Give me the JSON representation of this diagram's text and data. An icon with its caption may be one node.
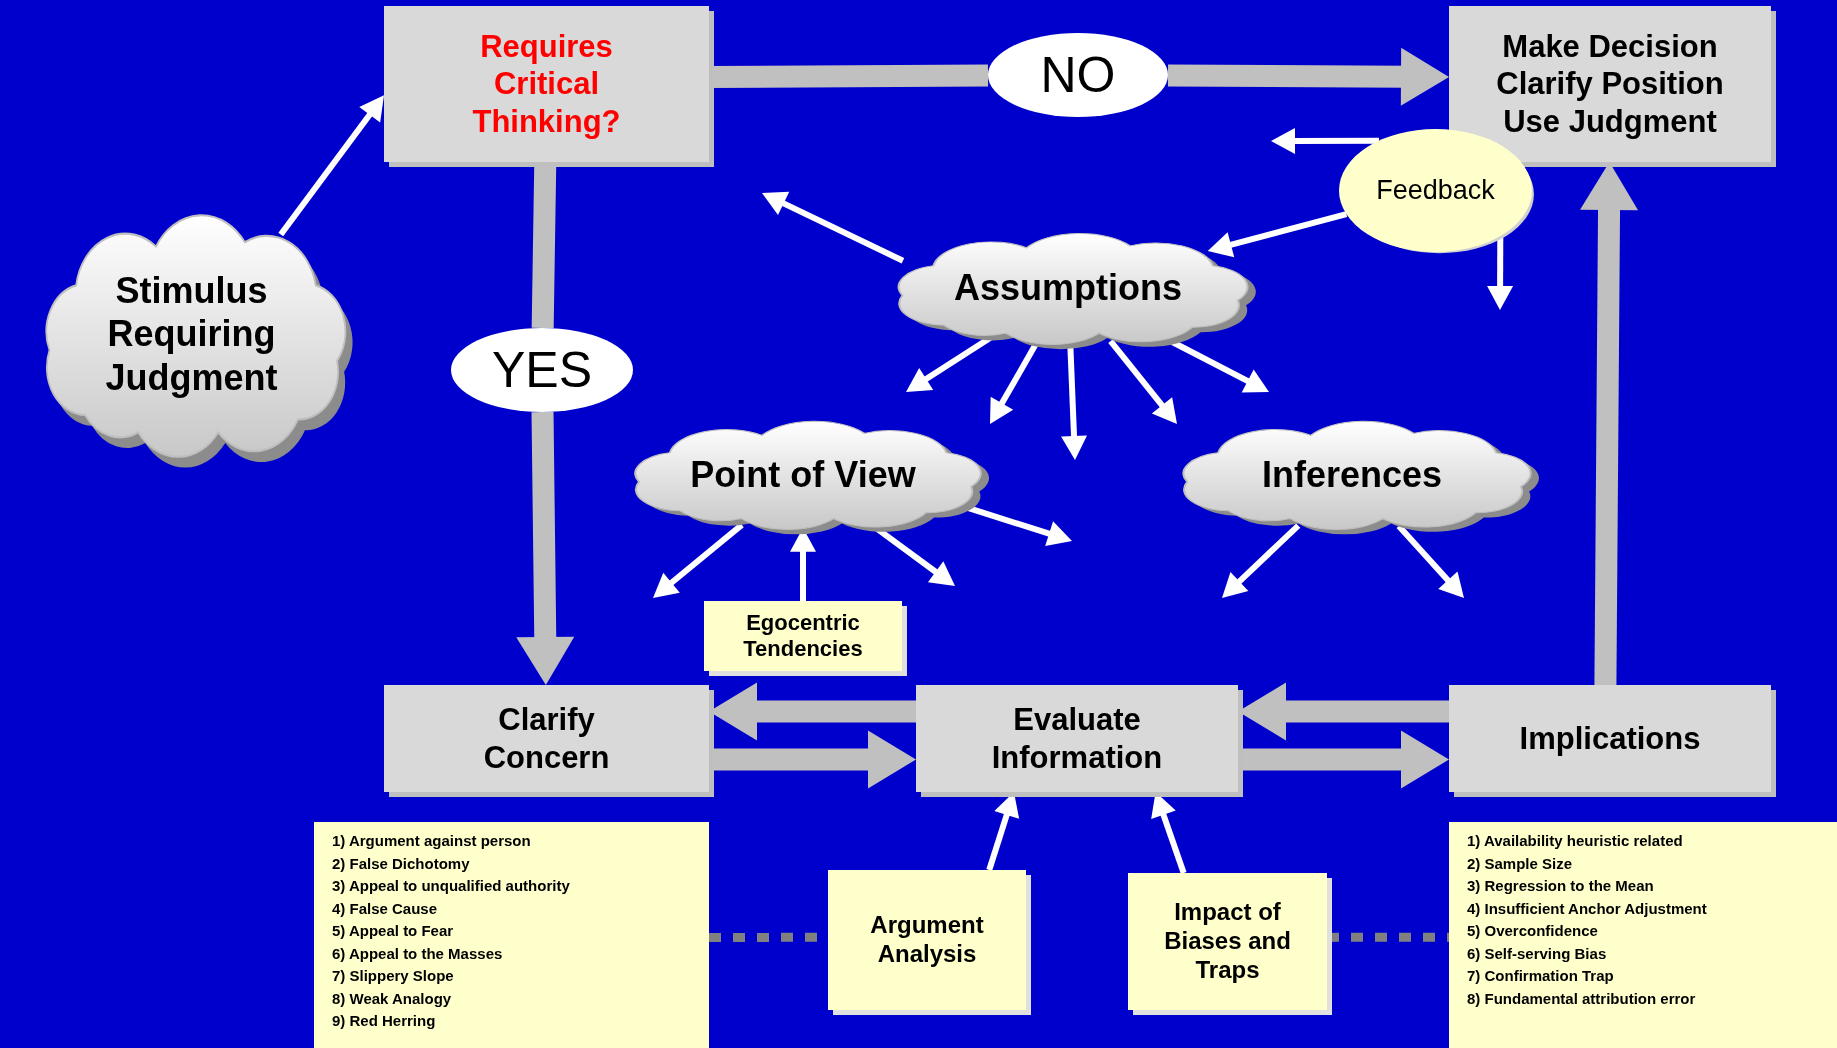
{
  "diagram": {
    "nodes": [
      {
        "text": [
          "Stimulus Requiring Judgment"
        ]
      },
      {
        "text": [
          "Requires Critical Thinking?"
        ]
      },
      {
        "text": [
          "NO"
        ]
      },
      {
        "text": [
          "Make Decision",
          "Clarify Position",
          "Use Judgment"
        ]
      },
      {
        "text": [
          "YES"
        ]
      },
      {
        "text": [
          "Feedback"
        ]
      },
      {
        "text": [
          "Assumptions"
        ]
      },
      {
        "text": [
          "Point of View"
        ]
      },
      {
        "text": [
          "Inferences"
        ]
      },
      {
        "text": [
          "Egocentric Tendencies"
        ]
      },
      {
        "text": [
          "Clarify Concern"
        ]
      },
      {
        "text": [
          "Evaluate Information"
        ]
      },
      {
        "text": [
          "Implications"
        ]
      },
      {
        "text": [
          "1) Argument against person",
          "2) False Dichotomy",
          "3) Appeal to unqualified authority",
          "4) False Cause",
          "5) Appeal to Fear",
          "6) Appeal to the Masses",
          "7) Slippery Slope",
          "8) Weak Analogy",
          "9) Red Herring"
        ]
      },
      {
        "text": [
          "Argument Analysis"
        ]
      },
      {
        "text": [
          "Impact of Biases and Traps"
        ]
      },
      {
        "text": [
          "1) Availability heuristic related",
          "2) Sample Size",
          "3) Regression to the Mean",
          "4) Insufficient Anchor Adjustment",
          "5) Overconfidence",
          "6) Self-serving Bias",
          "7) Confirmation Trap",
          "8) Fundamental attribution error"
        ]
      }
    ],
    "edges": [
      {
        "from": 0,
        "to": 1,
        "arrow": "to"
      },
      {
        "from": 1,
        "to": 2,
        "arrow": "none",
        "style": "thick",
        "color": "#c0c0c0"
      },
      {
        "from": 2,
        "to": 3,
        "arrow": "to",
        "style": "thick",
        "color": "#c0c0c0"
      },
      {
        "from": 1,
        "to": 4,
        "arrow": "none",
        "style": "thick",
        "color": "#c0c0c0"
      },
      {
        "from": 4,
        "to": 10,
        "arrow": "to",
        "style": "thick",
        "color": "#c0c0c0"
      },
      {
        "from": 5,
        "to": null,
        "arrow": "to"
      },
      {
        "from": 5,
        "to": 6,
        "arrow": "to"
      },
      {
        "from": 5,
        "to": null,
        "arrow": "to"
      },
      {
        "from": 6,
        "to": null,
        "arrow": "to"
      },
      {
        "from": 6,
        "to": null,
        "arrow": "to"
      },
      {
        "from": 6,
        "to": null,
        "arrow": "to"
      },
      {
        "from": 6,
        "to": null,
        "arrow": "to"
      },
      {
        "from": 6,
        "to": null,
        "arrow": "to"
      },
      {
        "from": 6,
        "to": null,
        "arrow": "to"
      },
      {
        "from": 7,
        "to": null,
        "arrow": "to"
      },
      {
        "from": 7,
        "to": null,
        "arrow": "to"
      },
      {
        "from": 7,
        "to": null,
        "arrow": "to"
      },
      {
        "from": 9,
        "to": 7,
        "arrow": "to"
      },
      {
        "from": 8,
        "to": null,
        "arrow": "to"
      },
      {
        "from": 8,
        "to": null,
        "arrow": "to"
      },
      {
        "from": 10,
        "to": 11,
        "arrow": "to",
        "style": "thick",
        "color": "#c0c0c0"
      },
      {
        "from": 11,
        "to": 10,
        "arrow": "to",
        "style": "thick",
        "color": "#c0c0c0"
      },
      {
        "from": 11,
        "to": 12,
        "arrow": "to",
        "style": "thick",
        "color": "#c0c0c0"
      },
      {
        "from": 12,
        "to": 11,
        "arrow": "to",
        "style": "thick",
        "color": "#c0c0c0"
      },
      {
        "from": 12,
        "to": 3,
        "arrow": "to",
        "style": "thick",
        "color": "#c0c0c0"
      },
      {
        "from": 14,
        "to": 11,
        "arrow": "to"
      },
      {
        "from": 15,
        "to": 11,
        "arrow": "to"
      },
      {
        "from": 13,
        "to": 14,
        "arrow": "none",
        "style": "dashed",
        "color": "#808080"
      },
      {
        "from": 15,
        "to": 16,
        "arrow": "none",
        "style": "dashed",
        "color": "#808080"
      }
    ]
  }
}
